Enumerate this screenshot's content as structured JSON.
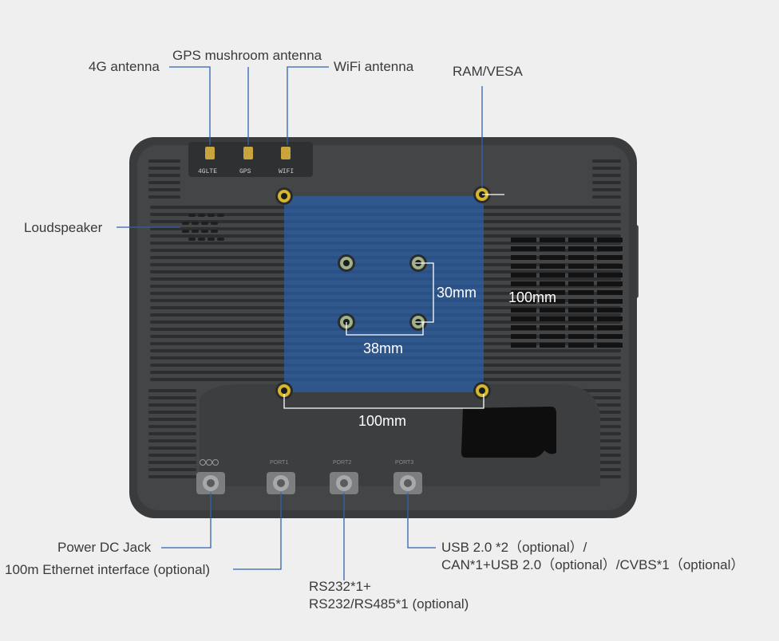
{
  "labels": {
    "antenna_4g": "4G antenna",
    "gps_antenna": "GPS mushroom antenna",
    "wifi_antenna": "WiFi antenna",
    "ram_vesa": "RAM/VESA",
    "loudspeaker": "Loudspeaker",
    "power_dc": "Power DC Jack",
    "ethernet": "100m Ethernet interface (optional)",
    "rs232_line1": "RS232*1+",
    "rs232_line2": "RS232/RS485*1 (optional)",
    "usb_line1": "USB 2.0 *2（optional）/",
    "usb_line2": "CAN*1+USB 2.0（optional）/CVBS*1（optional）"
  },
  "dimensions": {
    "vesa_small_h": "30mm",
    "vesa_small_w": "38mm",
    "vesa_large_h": "100mm",
    "vesa_large_w": "100mm"
  },
  "device_tags": {
    "lte": "4GLTE",
    "gps": "GPS",
    "wifi": "WIFI"
  },
  "port_tags": {
    "port1": "PORT1",
    "port2": "PORT2",
    "port3": "PORT3"
  },
  "colors": {
    "background": "#efefef",
    "device_body": "#3b3c3e",
    "vesa_overlay": "#2a5fa8",
    "leader_line": "#2f62b0",
    "screw_ring": "#d6b62a"
  }
}
